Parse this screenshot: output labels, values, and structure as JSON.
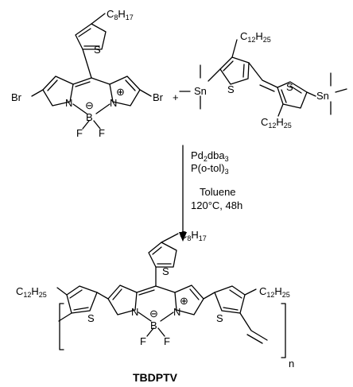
{
  "reactant1": {
    "sidechain_text": "C",
    "sidechain_sub1": "8",
    "sidechain_text2": "H",
    "sidechain_sub2": "17",
    "left_substituent": "Br",
    "right_substituent": "Br",
    "atoms": {
      "S": "S",
      "N_left": "N",
      "N_right": "N",
      "B": "B",
      "F1": "F",
      "F2": "F"
    },
    "charges": {
      "minus": "⊖",
      "plus": "⊕"
    }
  },
  "plus_sign": "+",
  "reactant2": {
    "top_chain_c": "C",
    "top_chain_c_sub": "12",
    "top_chain_h": "H",
    "top_chain_h_sub": "25",
    "bottom_chain_c": "C",
    "bottom_chain_c_sub": "12",
    "bottom_chain_h": "H",
    "bottom_chain_h_sub": "25",
    "tin_left": "Sn",
    "tin_right": "Sn",
    "S_left": "S",
    "S_right": "S"
  },
  "conditions": {
    "line1_a": "Pd",
    "line1_a_sub": "2",
    "line1_b": "dba",
    "line1_b_sub": "3",
    "line2_a": "P(o-tol)",
    "line2_a_sub": "3",
    "line3": "Toluene",
    "line4": "120°C, 48h"
  },
  "product": {
    "sidechain_top_c": "C",
    "sidechain_top_c_sub": "8",
    "sidechain_top_h": "H",
    "sidechain_top_h_sub": "17",
    "left_chain_c": "C",
    "left_chain_c_sub": "12",
    "left_chain_h": "H",
    "left_chain_h_sub": "25",
    "right_chain_c": "C",
    "right_chain_c_sub": "12",
    "right_chain_h": "H",
    "right_chain_h_sub": "25",
    "repeat_n": "n",
    "name": "TBDPTV",
    "atoms": {
      "S_top": "S",
      "S_left": "S",
      "S_right": "S",
      "N_left": "N",
      "N_right": "N",
      "B": "B",
      "F1": "F",
      "F2": "F"
    },
    "charges": {
      "minus": "⊖",
      "plus": "⊕"
    }
  }
}
